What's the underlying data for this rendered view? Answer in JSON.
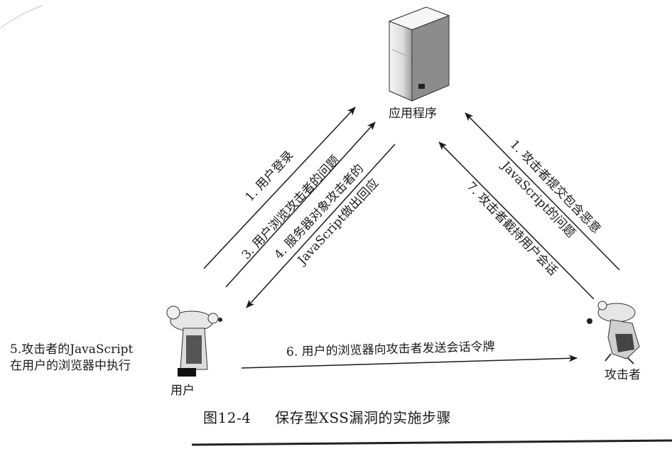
{
  "nodes": {
    "server": {
      "label": "应用程序"
    },
    "user": {
      "label": "用户",
      "note_line1": "5.攻击者的JavaScript",
      "note_line2": "在用户的浏览器中执行"
    },
    "attacker": {
      "label": "攻击者"
    }
  },
  "steps": {
    "s1": "1. 用户登录",
    "s3": "3. 用户浏览攻击者的问题",
    "s4_line1": "4. 服务器对象攻击者的",
    "s4_line2": "JavaScript做出回应",
    "a1_line1": "1. 攻击者提交包含恶意",
    "a1_line2": "JavaScript的问题",
    "s7": "7. 攻击者截持用户会话",
    "s6": "6. 用户的浏览器向攻击者发送会话令牌"
  },
  "caption": {
    "figure": "图12-4",
    "title": "保存型XSS漏洞的实施步骤"
  }
}
